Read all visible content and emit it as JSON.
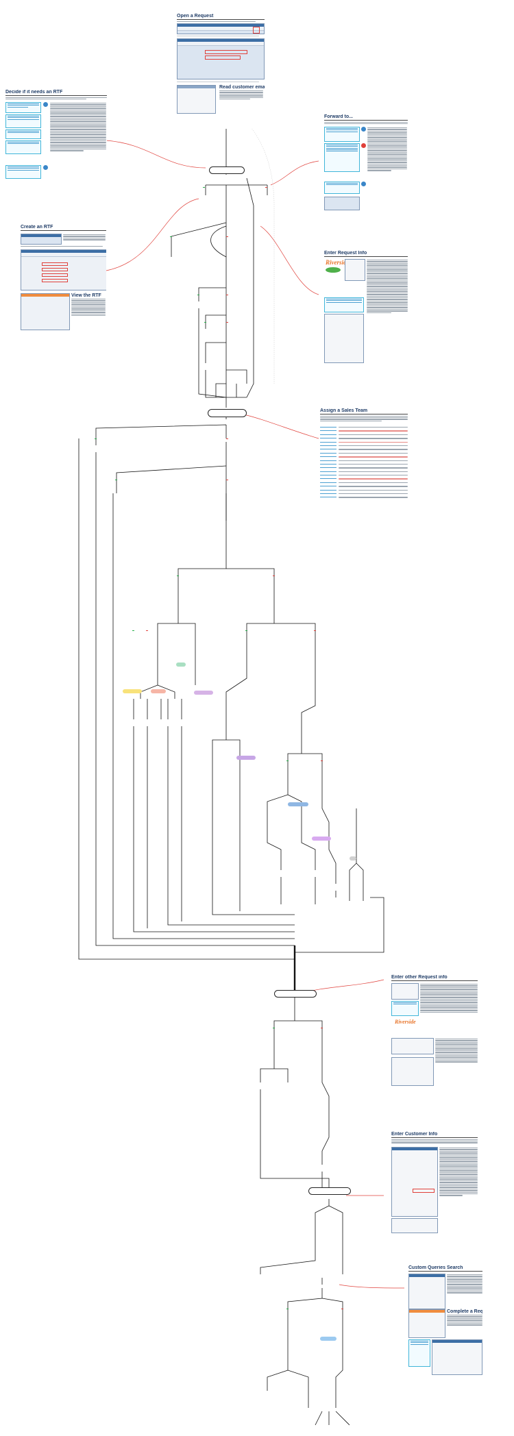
{
  "panels": {
    "open_request": {
      "title": "Open a Request"
    },
    "decide_rtf": {
      "title": "Decide if it needs an RTF"
    },
    "read_email": {
      "title": "Read customer email"
    },
    "create_rtf": {
      "title": "Create an RTF"
    },
    "view_rtf": {
      "title": "View the RTF"
    },
    "forward_to": {
      "title": "Forward to..."
    },
    "enter_request_info": {
      "title": "Enter Request Info",
      "logo": "Riverside"
    },
    "assign_sales_team": {
      "title": "Assign a Sales Team"
    },
    "enter_other_info": {
      "title": "Enter other Request info",
      "logo": "Riverside"
    },
    "enter_customer_info": {
      "title": "Enter Customer Info"
    },
    "custom_queries": {
      "title": "Custom Queries Search"
    },
    "complete_request": {
      "title": "Complete a Request"
    }
  },
  "colors": {
    "connector": "#e0403a",
    "flow": "#111111",
    "yes": "#27b04b",
    "no": "#e0403a",
    "accent": "#3fb5d9",
    "title": "#1f3c66"
  },
  "icons": [
    "speech-bubble-icon",
    "yes-arrow-icon",
    "no-arrow-icon"
  ]
}
